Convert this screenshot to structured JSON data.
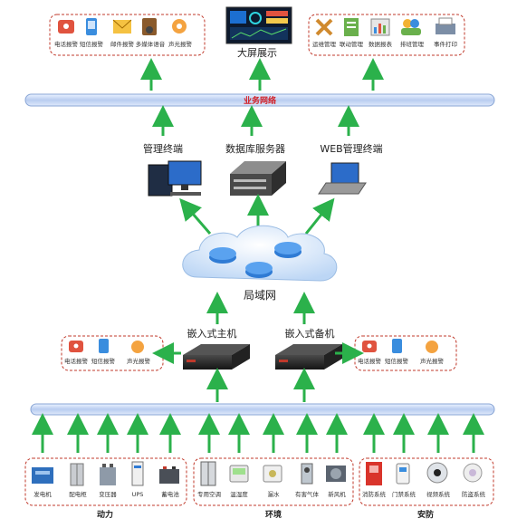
{
  "top": {
    "alarms": [
      "电话报警",
      "短信报警",
      "邮件报警",
      "多媒体语音",
      "声光报警"
    ],
    "screen_label": "大屏展示",
    "mgmt": [
      "运维管理",
      "联动管理",
      "数据报表",
      "排班管理",
      "事件打印"
    ]
  },
  "bus_label": "业务网络",
  "terminals": [
    "管理终端",
    "数据库服务器",
    "WEB管理终端"
  ],
  "lan_label": "局域网",
  "hosts": {
    "main": "嵌入式主机",
    "backup": "嵌入式备机"
  },
  "host_alarms": [
    "电话报警",
    "短信报警",
    "声光报警"
  ],
  "bottom_groups": [
    {
      "name": "动力",
      "items": [
        "发电机",
        "配电柜",
        "变压器",
        "UPS",
        "蓄电池"
      ]
    },
    {
      "name": "环境",
      "items": [
        "专用空调",
        "温湿度",
        "漏水",
        "有害气体",
        "新风机"
      ]
    },
    {
      "name": "安防",
      "items": [
        "消防系统",
        "门禁系统",
        "视频系统",
        "防盗系统"
      ]
    }
  ],
  "colors": {
    "arrow": "#2bb14b",
    "border": "#c0392b",
    "bus_label": "#d21f26"
  }
}
